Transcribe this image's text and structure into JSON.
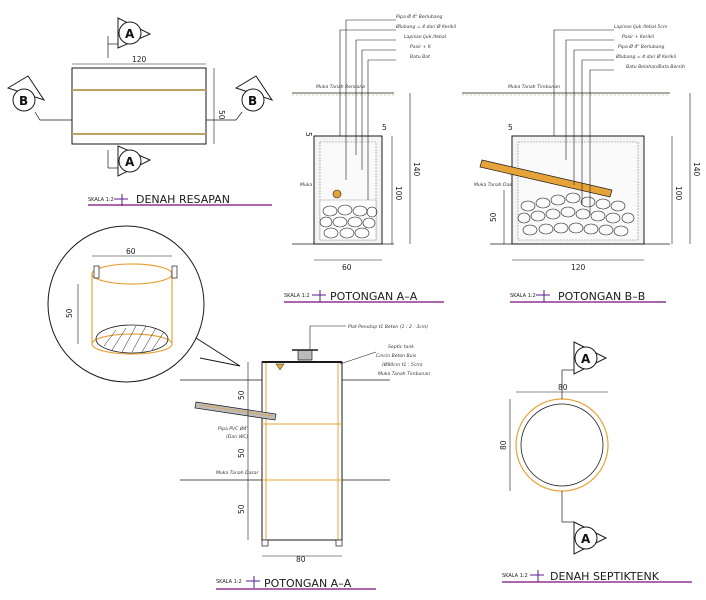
{
  "colors": {
    "line": "#1a1a1a",
    "accent": "#c0a060",
    "orange": "#e6a33a",
    "title_underline": "#7a0a7a",
    "scale_mark": "#5a1a8a"
  },
  "denah_resapan": {
    "title": "DENAH  RESAPAN",
    "scale": "SKALA 1:2",
    "dim_top": "120",
    "dim_right": "50",
    "section_a": "A",
    "section_b": "B"
  },
  "potongan_aa_top": {
    "title": "POTONGAN  A–A",
    "scale": "SKALA 1:2",
    "notes": [
      "Pipa Ø 4\" Berlubang",
      "Ølubang = 4 dari Ø Kerikil",
      "Lapisan Ijuk /tebal",
      "Pasir + K",
      "Batu Bat"
    ],
    "ground_label": "Muka Tanah Rencana",
    "water_label": "Muka Tanah Dasar",
    "dim_5": "5",
    "dim_5b": "5",
    "dim_100": "100",
    "dim_140": "140",
    "dim_bottom": "60"
  },
  "potongan_bb": {
    "title": "POTONGAN  B–B",
    "scale": "SKALA 1:2",
    "notes": [
      "Lapisan Ijuk /tebal 5cm",
      "Pasir + Kerikil",
      "Pipa Ø 4\" Berlubang",
      "Ølubang = 4 dari Ø Kerikil",
      "Batu Belahan/Bata Bersih"
    ],
    "ground_label": "Muka Tanah Timbunan",
    "water_label": "Muka Tanah Dasar",
    "dim_5": "5",
    "dim_50": "50",
    "dim_100": "100",
    "dim_140": "140",
    "dim_bottom": "120"
  },
  "detail": {
    "dim_top": "60",
    "dim_left": "50"
  },
  "potongan_aa_bottom": {
    "title": "POTONGAN  A–A",
    "scale": "SKALA 1:2",
    "notes_top": "Plat Penutup t1 Beton (1 : 2 : 3cm)",
    "notes_right": [
      "Septic tank",
      "Cincin Beton Buis",
      "(Ø80cm t1 : 5cm)",
      "Muka Tanah Timbunan"
    ],
    "pipe_label": [
      "Pipa PVC Ø4\"",
      "(Dari WC)"
    ],
    "ground_label": "Muka Tanah Dasar",
    "dim_50a": "50",
    "dim_50b": "50",
    "dim_50c": "50",
    "dim_bottom": "80"
  },
  "denah_septiktenk": {
    "title": "DENAH  SEPTIKTENK",
    "scale": "SKALA 1:2",
    "dim_top": "80",
    "dim_left": "80",
    "section_a": "A"
  }
}
